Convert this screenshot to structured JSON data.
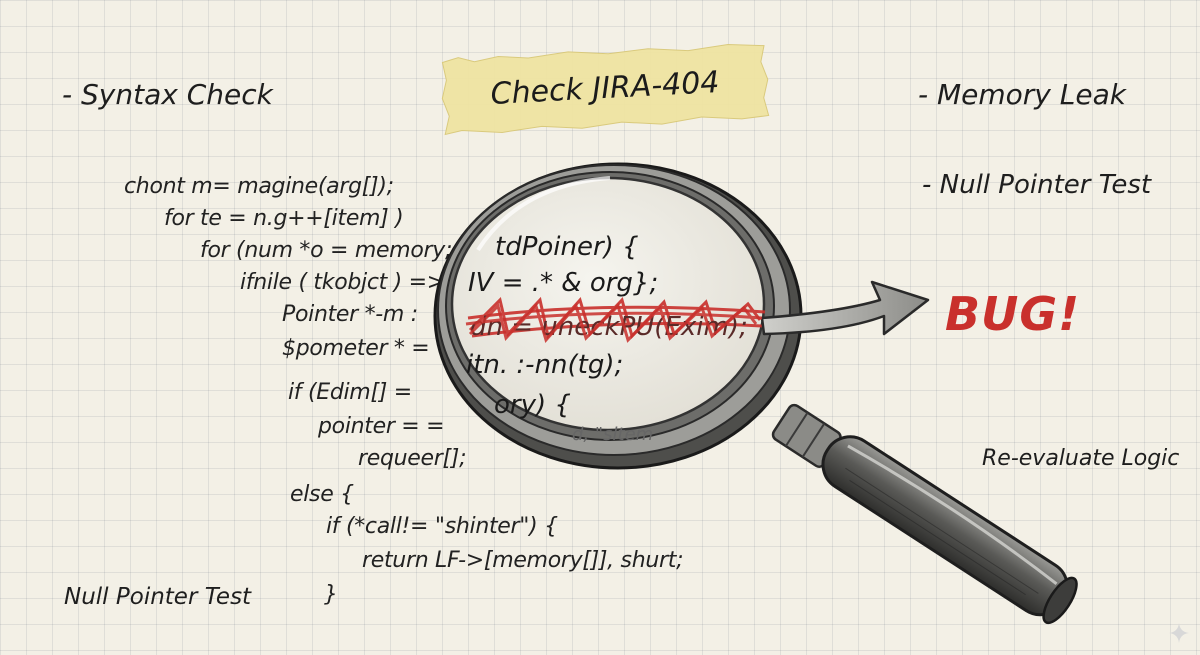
{
  "tape_label": "Check JIRA-404",
  "notes": {
    "syntax_check": "- Syntax Check",
    "memory_leak": "- Memory Leak",
    "null_pointer_test_right": "- Null Pointer Test",
    "reevaluate_logic": "Re-evaluate Logic",
    "null_pointer_test_left": "Null Pointer Test"
  },
  "code_lines": [
    "chont m= magine(arg[]);",
    "for te = n.g++[item] )",
    "for (num *o = memory;",
    "ifnile ( tkobjct ) =>",
    "Pointer *-m :",
    "$pometer * =",
    "if (Edim[] =",
    "pointer = =",
    "requeer[];",
    "else {",
    "if (*call!= \"shinter\") {",
    "return LF->[memory[]], shurt;",
    "}"
  ],
  "lens_lines": [
    "tdPoiner) {",
    "IV = .* & org};",
    "dn = uneckPU(Exim);",
    "itn. :-nn(tg);",
    "ory) {",
    "d, \"sltem"
  ],
  "bug_label": "BUG!",
  "colors": {
    "paper": "#f3f0e6",
    "grid": "#b9bfc4",
    "tape": "#efe3a2",
    "bug_red": "#c9302c",
    "ink": "#1e1e1e"
  },
  "icons": {
    "magnifier": "magnifying-glass-icon",
    "arrow": "arrow-right-icon",
    "sparkle": "sparkle-icon"
  }
}
